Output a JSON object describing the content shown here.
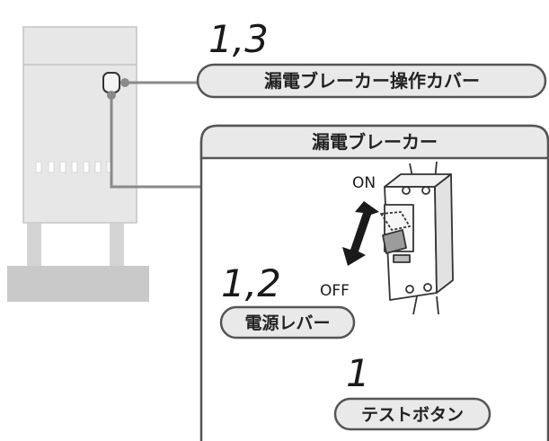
{
  "labels": {
    "cover": "漏電ブレーカー操作カバー",
    "breaker_header": "漏電ブレーカー",
    "power_lever": "電源レバー",
    "test_button": "テストボタン"
  },
  "steps": {
    "cover_steps": "1,3",
    "lever_steps": "1,2",
    "test_steps": "1"
  },
  "switch_states": {
    "on": "ON",
    "off": "OFF"
  },
  "colors": {
    "cabinet": "#e6e6e6",
    "cabinet_edge": "#bfbfbf",
    "label_fill": "#e9e9e9",
    "leader_line": "#8a8a8a",
    "outline": "#555555"
  }
}
